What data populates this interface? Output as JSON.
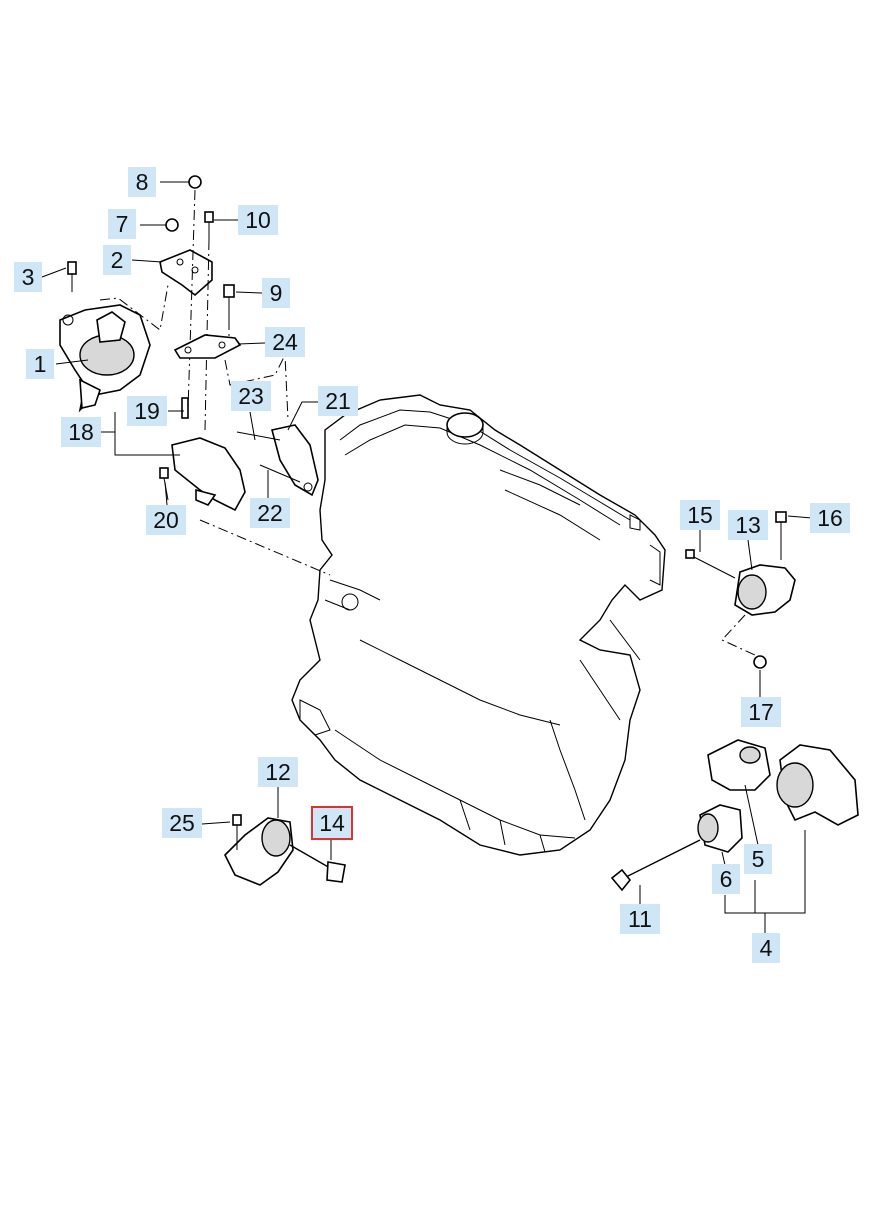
{
  "callouts": [
    {
      "id": "8",
      "label": "8"
    },
    {
      "id": "7",
      "label": "7"
    },
    {
      "id": "10",
      "label": "10"
    },
    {
      "id": "2",
      "label": "2"
    },
    {
      "id": "3",
      "label": "3"
    },
    {
      "id": "9",
      "label": "9"
    },
    {
      "id": "24",
      "label": "24"
    },
    {
      "id": "1",
      "label": "1"
    },
    {
      "id": "23",
      "label": "23"
    },
    {
      "id": "21",
      "label": "21"
    },
    {
      "id": "19",
      "label": "19"
    },
    {
      "id": "18",
      "label": "18"
    },
    {
      "id": "20",
      "label": "20"
    },
    {
      "id": "22",
      "label": "22"
    },
    {
      "id": "15",
      "label": "15"
    },
    {
      "id": "13",
      "label": "13"
    },
    {
      "id": "16",
      "label": "16"
    },
    {
      "id": "17",
      "label": "17"
    },
    {
      "id": "12",
      "label": "12"
    },
    {
      "id": "25",
      "label": "25"
    },
    {
      "id": "14",
      "label": "14"
    },
    {
      "id": "5",
      "label": "5"
    },
    {
      "id": "6",
      "label": "6"
    },
    {
      "id": "11",
      "label": "11"
    },
    {
      "id": "4",
      "label": "4"
    }
  ],
  "selected_callout": "14",
  "colors": {
    "callout_fill": "#cfe6f6",
    "selected_outline": "#e03030",
    "line": "#000000"
  }
}
